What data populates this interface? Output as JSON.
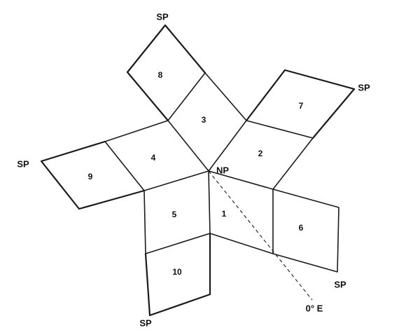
{
  "diagram": {
    "faces": [
      "1",
      "2",
      "3",
      "4",
      "5",
      "6",
      "7",
      "8",
      "9",
      "10"
    ],
    "north_pole_label": "NP",
    "south_pole_labels": [
      "SP",
      "SP",
      "SP",
      "SP",
      "SP"
    ],
    "meridian_label": "0° E"
  }
}
